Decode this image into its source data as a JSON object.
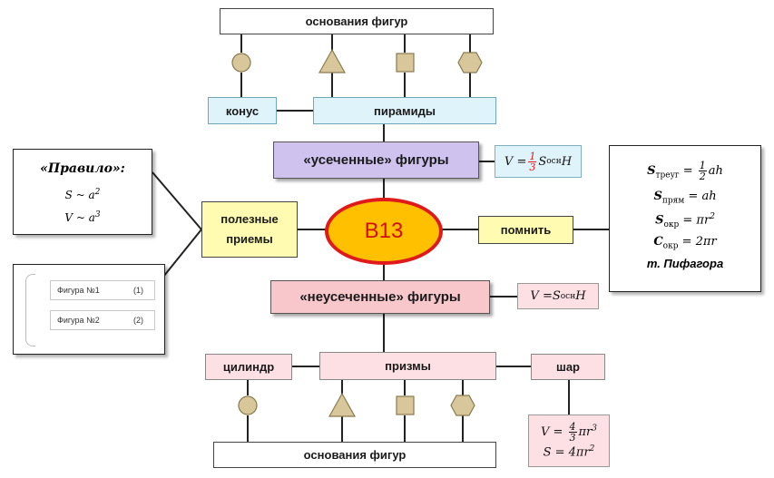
{
  "top_bases": "основания фигур",
  "bottom_bases": "основания фигур",
  "cone": "конус",
  "pyramids": "пирамиды",
  "truncated": "«усеченные» фигуры",
  "truncated_formula": {
    "prefix": "V = ",
    "num": "1",
    "den": "3",
    "s": "S",
    "s_sub": "осн",
    "h": "H"
  },
  "center": "B13",
  "useful_line1": "полезные",
  "useful_line2": "приемы",
  "remember": "помнить",
  "non_truncated": "«неусеченные» фигуры",
  "non_truncated_formula": {
    "prefix": "V = ",
    "s": "S",
    "s_sub": "осн",
    "h": "H"
  },
  "cylinder": "цилиндр",
  "prisms": "призмы",
  "sphere": "шар",
  "rule_panel": {
    "title": "«Правило»:",
    "line1_lhs": "S ~ a",
    "line1_exp": "2",
    "line2_lhs": "V ~ a",
    "line2_exp": "3"
  },
  "figures_panel": {
    "item1_label": "Фигура №1",
    "item1_num": "(1)",
    "item2_label": "Фигура №2",
    "item2_num": "(2)"
  },
  "remember_panel": {
    "tri_s": "S",
    "tri_sub": "треуг",
    "tri_eq": " = ",
    "tri_num": "1",
    "tri_den": "2",
    "tri_rest": "ah",
    "rect_s": "S",
    "rect_sub": "прям",
    "rect_rest": " = ah",
    "circ_s": "S",
    "circ_sub": "окр",
    "circ_rest": " = πr",
    "circ_exp": "2",
    "len_c": "C",
    "len_sub": "окр",
    "len_rest": " = 2πr",
    "pyth": "т. Пифагора"
  },
  "sphere_formulas": {
    "v_prefix": "V = ",
    "v_num": "4",
    "v_den": "3",
    "v_rest": "πr",
    "v_exp": "3",
    "s_prefix": "S = 4πr",
    "s_exp": "2"
  },
  "colors": {
    "violet": "#cfc2ef",
    "pink": "#f7c7cc",
    "yellow": "#fffbb0",
    "cyan": "#dff3fb",
    "ellipse": "#ffc000",
    "ellipse_border": "#e01a1a",
    "shape_fill": "#d8c79a"
  }
}
